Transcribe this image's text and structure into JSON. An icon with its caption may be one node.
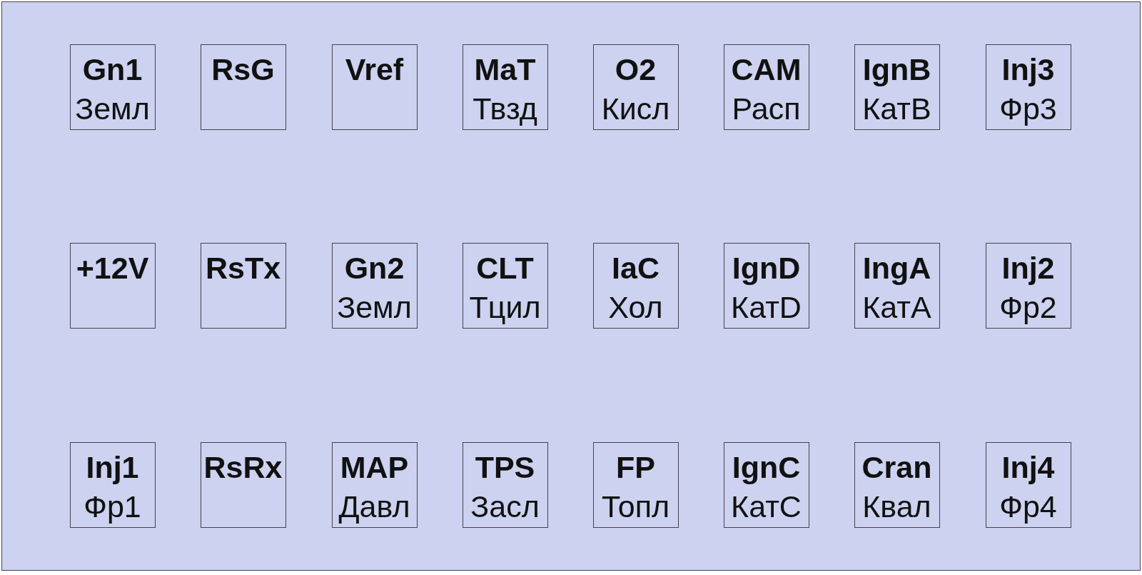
{
  "diagram": {
    "nodes": [
      {
        "text": [],
        "shape": "box"
      },
      {
        "text": [
          "Gn1",
          "Земл"
        ],
        "in": 0
      },
      {
        "text": [
          "RsG"
        ],
        "in": 0
      },
      {
        "text": [
          "Vref"
        ],
        "in": 0
      },
      {
        "text": [
          "MaT",
          "Твзд"
        ],
        "in": 0
      },
      {
        "text": [
          "O2",
          "Кисл"
        ],
        "in": 0
      },
      {
        "text": [
          "CAM",
          "Расп"
        ],
        "in": 0
      },
      {
        "text": [
          "IgnB",
          "КатB"
        ],
        "in": 0
      },
      {
        "text": [
          "Inj3",
          "Фр3"
        ],
        "in": 0
      },
      {
        "text": [
          "+12V"
        ],
        "in": 0
      },
      {
        "text": [
          "RsTx"
        ],
        "in": 0
      },
      {
        "text": [
          "Gn2",
          "Земл"
        ],
        "in": 0
      },
      {
        "text": [
          "CLT",
          "Тцил"
        ],
        "in": 0
      },
      {
        "text": [
          "IaC",
          "Хол"
        ],
        "in": 0
      },
      {
        "text": [
          "IgnD",
          "КатD"
        ],
        "in": 0
      },
      {
        "text": [
          "IngA",
          "КатA"
        ],
        "in": 0
      },
      {
        "text": [
          "Inj2",
          "Фр2"
        ],
        "in": 0
      },
      {
        "text": [
          "Inj1",
          "Фр1"
        ],
        "in": 0
      },
      {
        "text": [
          "RsRx"
        ],
        "in": 0
      },
      {
        "text": [
          "MAP",
          "Давл"
        ],
        "in": 0
      },
      {
        "text": [
          "TPS",
          "Засл"
        ],
        "in": 0
      },
      {
        "text": [
          "FP",
          "Топл"
        ],
        "in": 0
      },
      {
        "text": [
          "IgnC",
          "КатC"
        ],
        "in": 0
      },
      {
        "text": [
          "Cran",
          "Квал"
        ],
        "in": 0
      },
      {
        "text": [
          "Inj4",
          "Фр4"
        ],
        "in": 0
      }
    ]
  }
}
